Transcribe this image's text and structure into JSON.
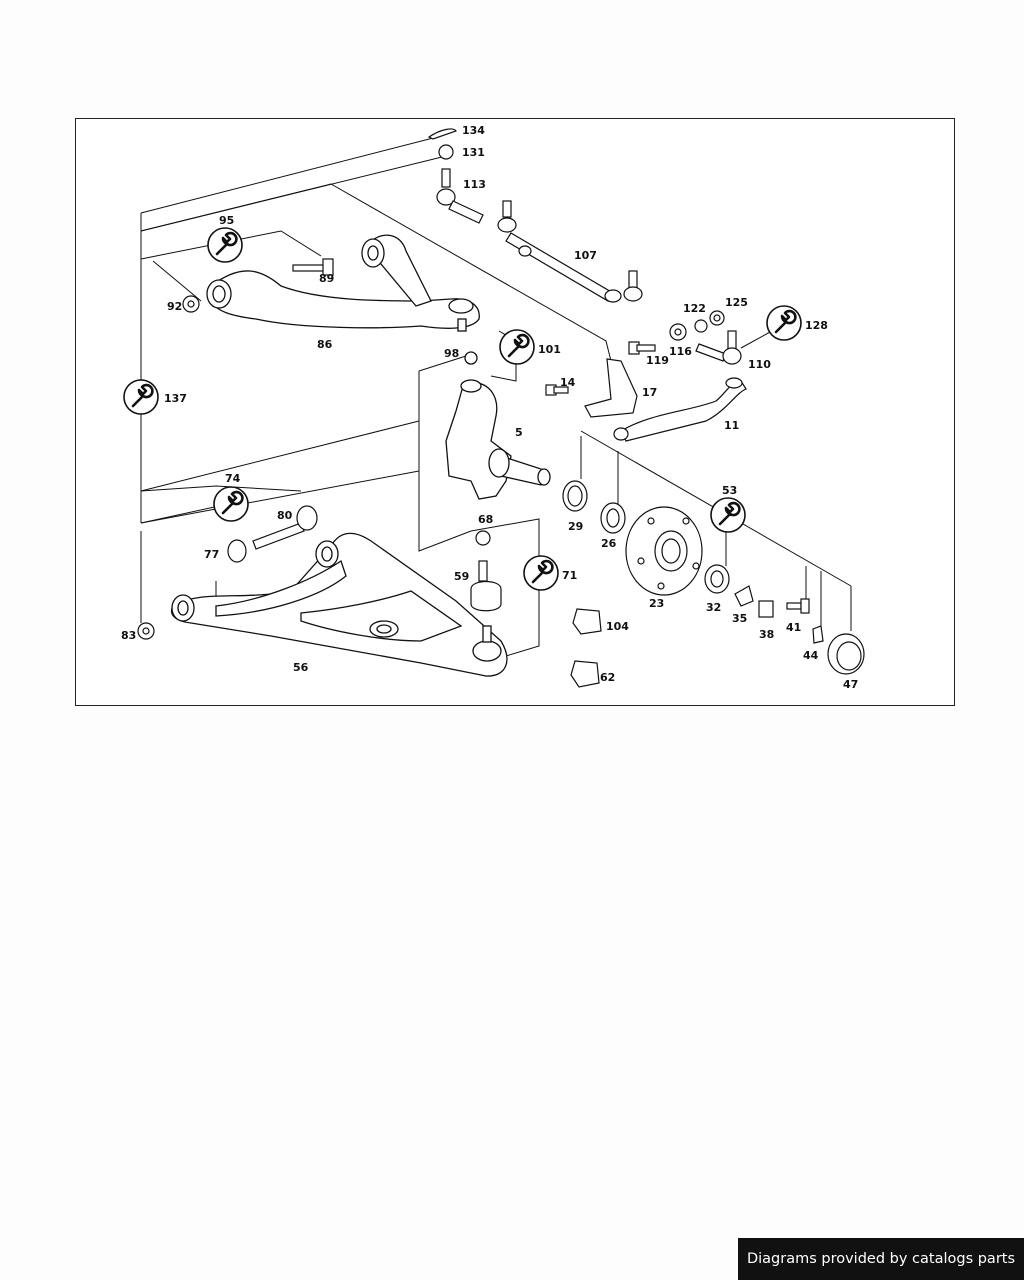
{
  "diagram": {
    "part_labels": {
      "p134": "134",
      "p131": "131",
      "p113": "113",
      "p95": "95",
      "p89": "89",
      "p107": "107",
      "p92": "92",
      "p86": "86",
      "p122": "122",
      "p125": "125",
      "p128": "128",
      "p119": "119",
      "p116": "116",
      "p110": "110",
      "p98": "98",
      "p101": "101",
      "p14": "14",
      "p17": "17",
      "p137": "137",
      "p5": "5",
      "p11": "11",
      "p74": "74",
      "p80": "80",
      "p53": "53",
      "p29": "29",
      "p26": "26",
      "p68": "68",
      "p77": "77",
      "p59": "59",
      "p71": "71",
      "p23": "23",
      "p32": "32",
      "p35": "35",
      "p38": "38",
      "p41": "41",
      "p104": "104",
      "p83": "83",
      "p44": "44",
      "p56": "56",
      "p62": "62",
      "p47": "47"
    },
    "wrench_icon": "wrench-icon"
  },
  "footer": {
    "credit": "Diagrams provided by catalogs parts"
  }
}
